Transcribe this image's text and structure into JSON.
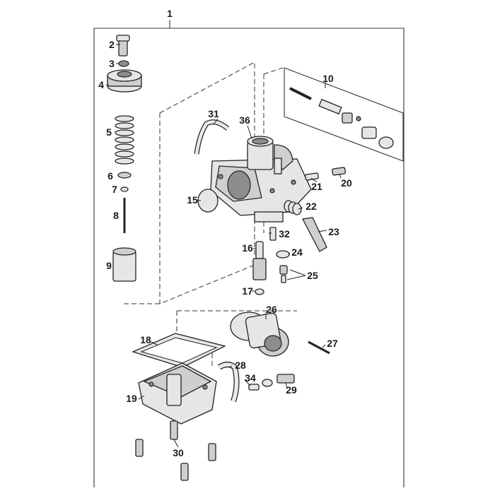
{
  "diagram": {
    "callouts": [
      {
        "id": "c1",
        "label": "1"
      },
      {
        "id": "c2",
        "label": "2"
      },
      {
        "id": "c3",
        "label": "3"
      },
      {
        "id": "c4",
        "label": "4"
      },
      {
        "id": "c5",
        "label": "5"
      },
      {
        "id": "c6",
        "label": "6"
      },
      {
        "id": "c7",
        "label": "7"
      },
      {
        "id": "c8",
        "label": "8"
      },
      {
        "id": "c9",
        "label": "9"
      },
      {
        "id": "c10",
        "label": "10"
      },
      {
        "id": "c15",
        "label": "15"
      },
      {
        "id": "c16",
        "label": "16"
      },
      {
        "id": "c17",
        "label": "17"
      },
      {
        "id": "c18",
        "label": "18"
      },
      {
        "id": "c19",
        "label": "19"
      },
      {
        "id": "c20",
        "label": "20"
      },
      {
        "id": "c21",
        "label": "21"
      },
      {
        "id": "c22",
        "label": "22"
      },
      {
        "id": "c23",
        "label": "23"
      },
      {
        "id": "c24",
        "label": "24"
      },
      {
        "id": "c25",
        "label": "25"
      },
      {
        "id": "c26",
        "label": "26"
      },
      {
        "id": "c27",
        "label": "27"
      },
      {
        "id": "c28",
        "label": "28"
      },
      {
        "id": "c29",
        "label": "29"
      },
      {
        "id": "c30",
        "label": "30"
      },
      {
        "id": "c31",
        "label": "31"
      },
      {
        "id": "c32",
        "label": "32"
      },
      {
        "id": "c34",
        "label": "34"
      },
      {
        "id": "c36",
        "label": "36"
      }
    ],
    "colors": {
      "line": "#222222",
      "part_fill": "#cfcfcf",
      "background": "#ffffff"
    }
  }
}
